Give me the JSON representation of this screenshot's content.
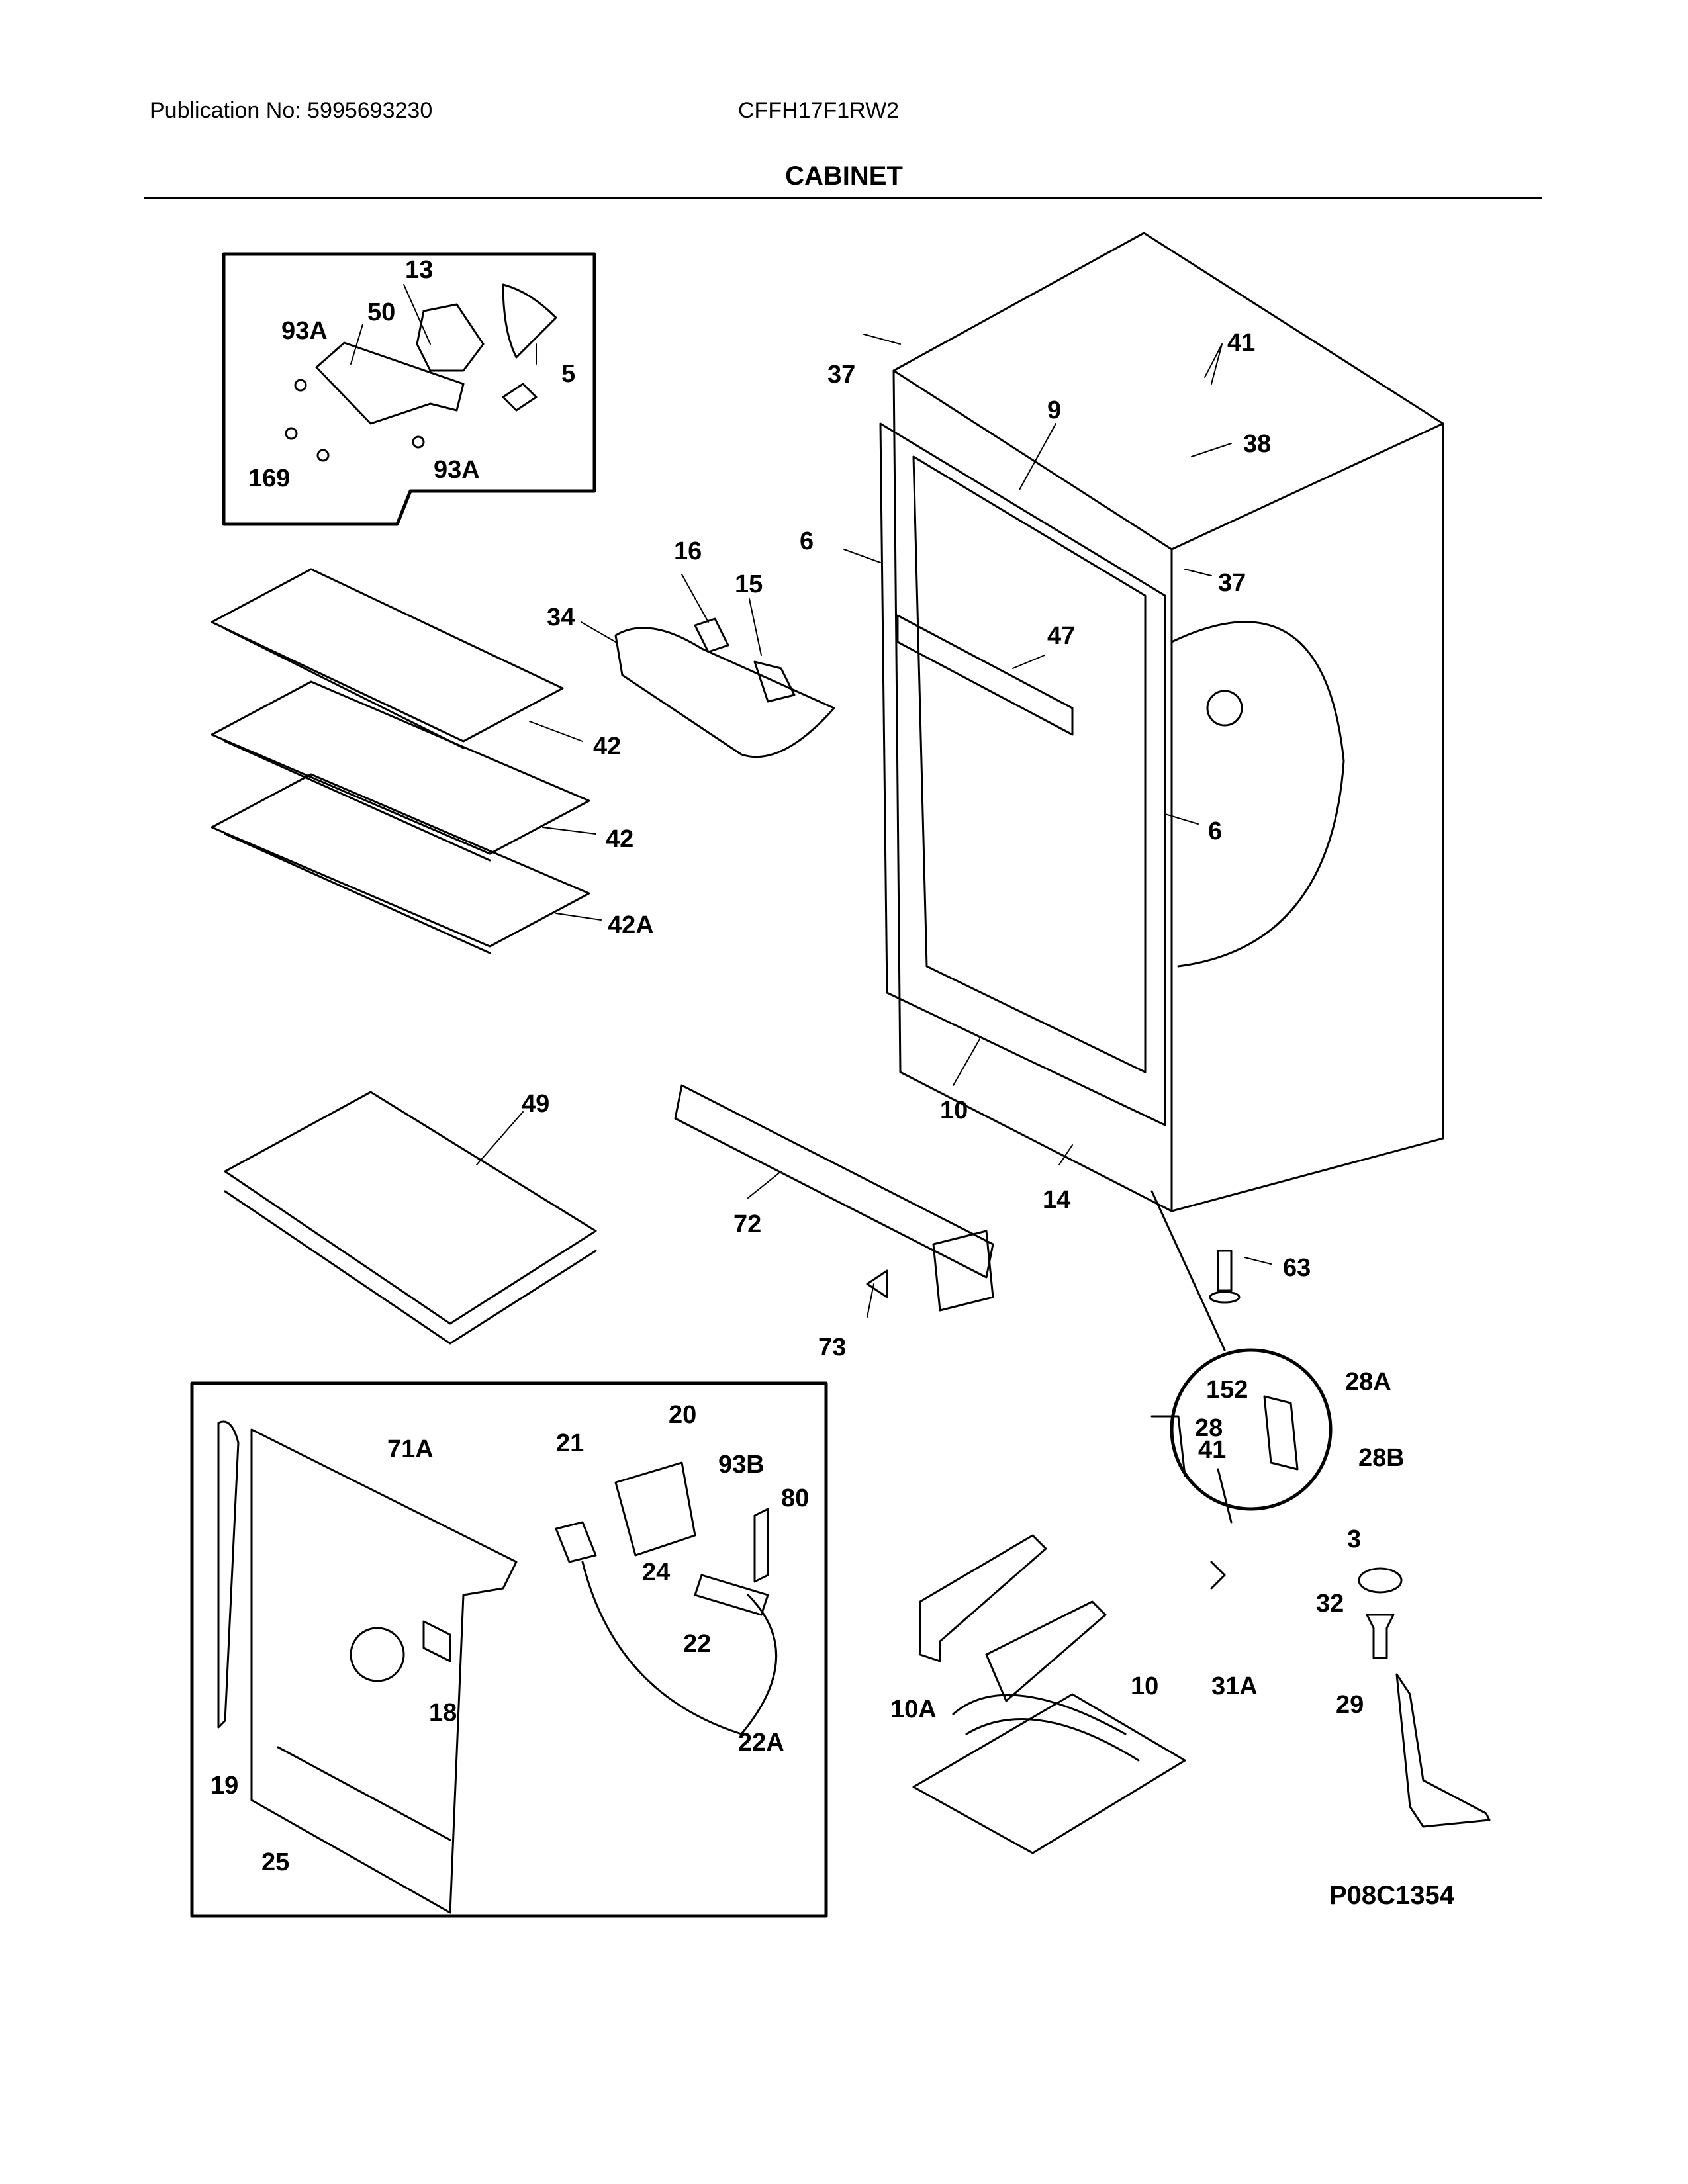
{
  "header": {
    "publication": "Publication No: 5995693230",
    "model": "CFFH17F1RW2",
    "section": "CABINET"
  },
  "figure_code": "P08C1354",
  "callouts": [
    "13",
    "93A",
    "50",
    "5",
    "169",
    "93A",
    "37",
    "9",
    "41",
    "38",
    "6",
    "16",
    "15",
    "34",
    "37",
    "47",
    "42",
    "42",
    "42A",
    "6",
    "10",
    "49",
    "72",
    "14",
    "63",
    "73",
    "152",
    "28A",
    "28",
    "28B",
    "41",
    "71A",
    "20",
    "21",
    "93B",
    "80",
    "24",
    "22",
    "22A",
    "18",
    "19",
    "25",
    "3",
    "32",
    "29",
    "10A",
    "10",
    "31A"
  ]
}
